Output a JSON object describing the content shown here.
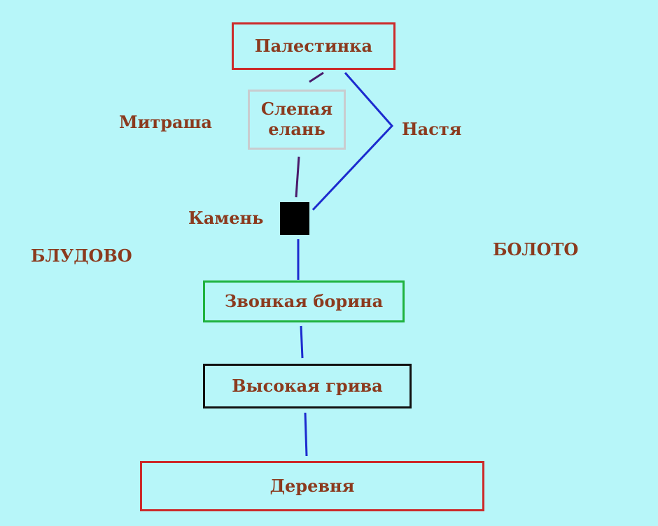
{
  "nodes": {
    "palestinka": "Палестинка",
    "slepaya_elan": "Слепая\nелань",
    "zvonkaya_borina": "Звонкая борина",
    "vysokaya_griva": "Высокая грива",
    "derevnya": "Деревня"
  },
  "labels": {
    "mitrasha": "Митраша",
    "nastya": "Настя",
    "kamen": "Камень",
    "bludovo": "БЛУДОВО",
    "boloto": "БОЛОТО"
  },
  "colors": {
    "background": "#b7f6f9",
    "text": "#8b3a1e",
    "path_mitrasha": "#4a1a6b",
    "path_main": "#1c2bcf"
  }
}
